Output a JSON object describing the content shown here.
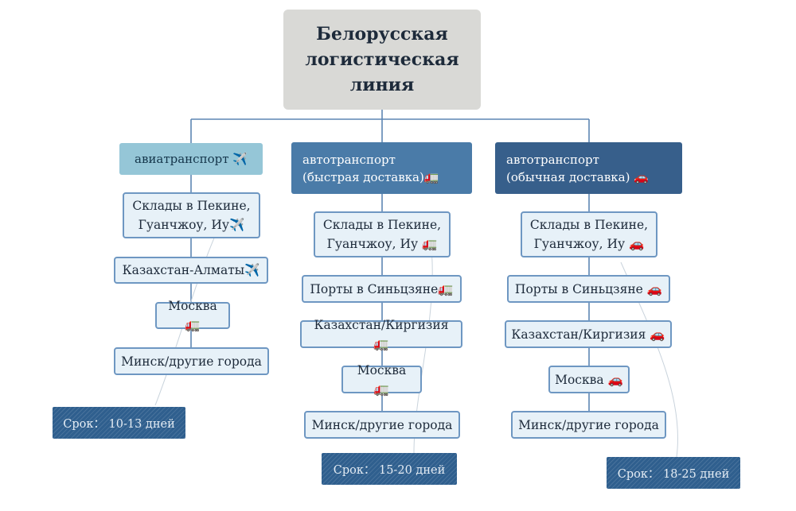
{
  "root": {
    "title": "Белорусская\nлогистическая\nлиния"
  },
  "branches": [
    {
      "category": "авиатранспорт ✈️",
      "nodes": [
        "Склады в Пекине,\nГуанчжоу, Иу✈️",
        "Казахстан-Алматы✈️",
        "Москва🚛",
        "Минск/другие города"
      ],
      "term": "Срок： 10-13 дней"
    },
    {
      "category": "автотранспорт\n(быстрая доставка)🚛",
      "nodes": [
        "Склады в Пекине,\nГуанчжоу, Иу 🚛",
        "Порты в Синьцзяне🚛",
        "Казахстан/Киргизия🚛",
        "Москва 🚛",
        "Минск/другие города"
      ],
      "term": "Срок： 15-20 дней"
    },
    {
      "category": "автотранспорт\n(обычная доставка) 🚗",
      "nodes": [
        "Склады в Пекине,\nГуанчжоу, Иу 🚗",
        "Порты в Синьцзяне 🚗",
        "Казахстан/Киргизия 🚗",
        "Москва 🚗",
        "Минск/другие города"
      ],
      "term": "Срок： 18-25 дней"
    }
  ],
  "colors": {
    "root_bg": "#d9d9d6",
    "air_bg": "#95c6d7",
    "fast_bg": "#4a7ba8",
    "normal_bg": "#375f8b",
    "node_bg": "#e7f1f8",
    "node_border": "#6e97c2",
    "connector": "#5d86b3",
    "term_bg": "#2f5f8e"
  }
}
